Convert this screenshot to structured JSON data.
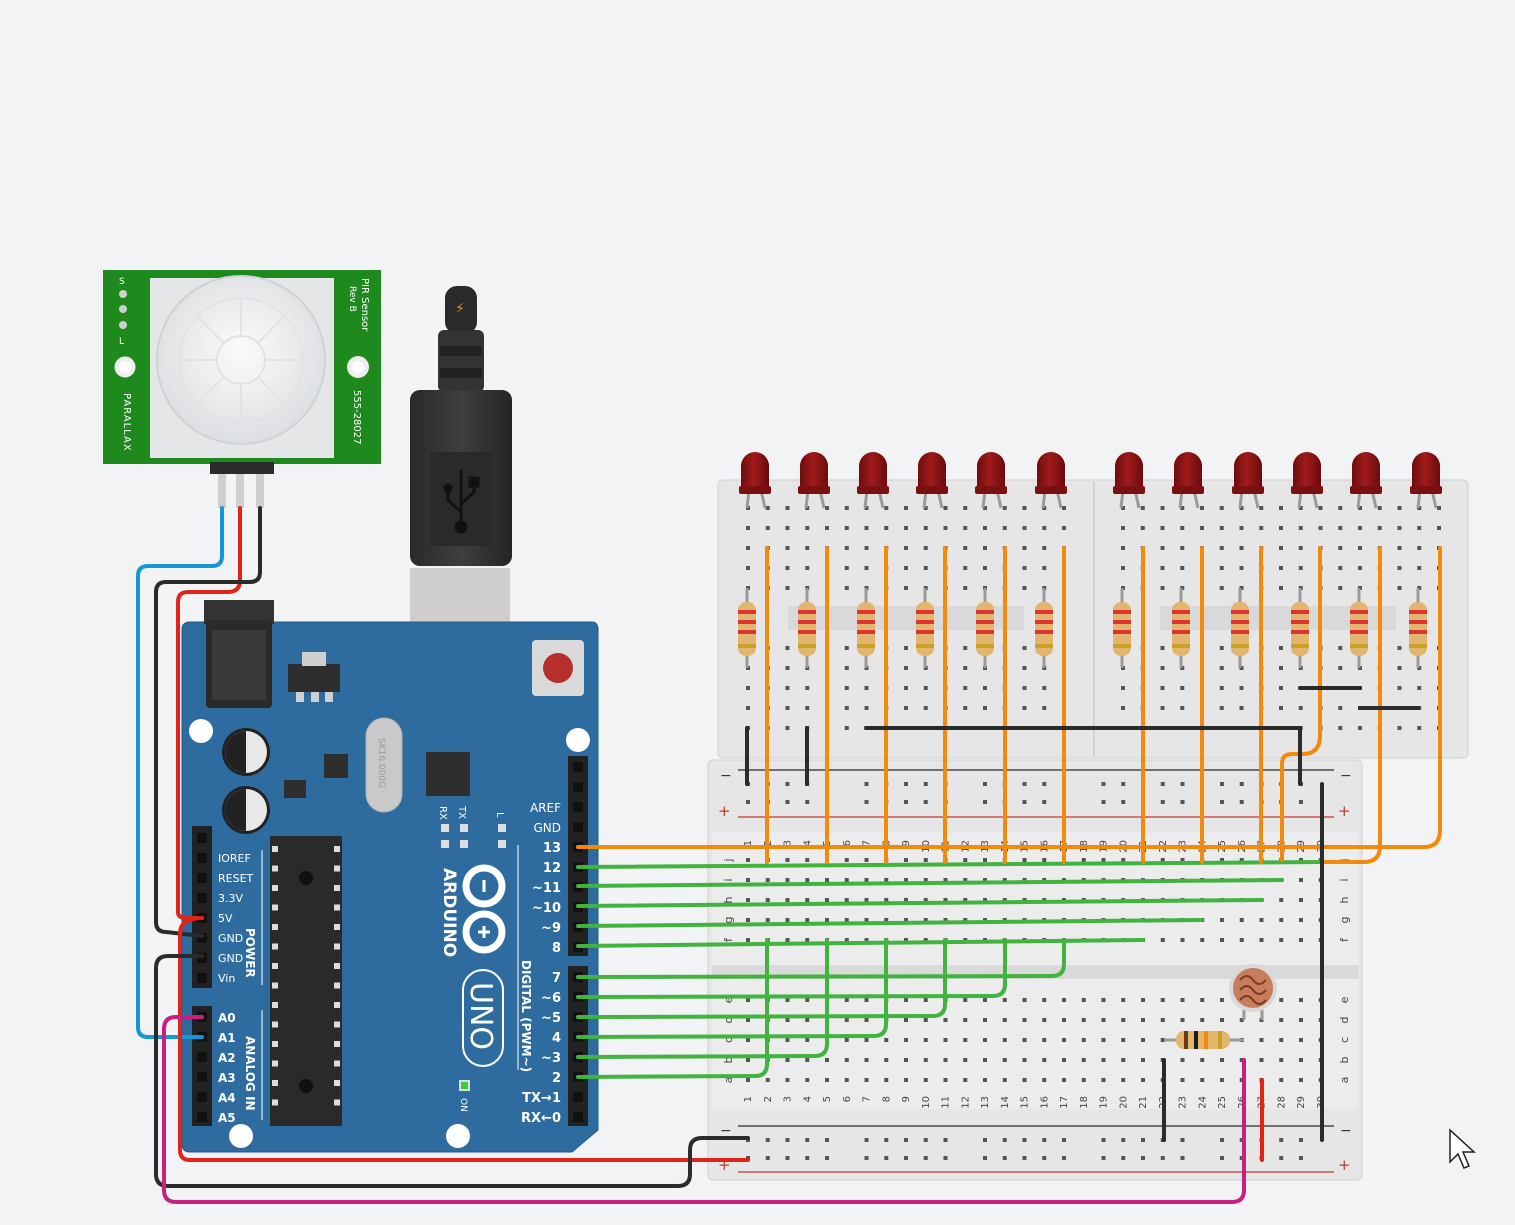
{
  "pir": {
    "brand": "PARALLAX",
    "model_label": "PIR Sensor",
    "rev_label": "Rev B",
    "part_number": "555-28027",
    "jumper_s": "S",
    "jumper_l": "L"
  },
  "arduino": {
    "brand": "ARDUINO",
    "model": "UNO",
    "crystal": "SK16.000G",
    "rx_label": "RX",
    "tx_label": "TX",
    "l_label": "L",
    "on_label": "ON",
    "power_title": "POWER",
    "analog_title": "ANALOG IN",
    "digital_title": "DIGITAL (PWM~)",
    "power_pins": [
      "IOREF",
      "RESET",
      "3.3V",
      "5V",
      "GND",
      "GND",
      "Vin"
    ],
    "analog_pins": [
      "A0",
      "A1",
      "A2",
      "A3",
      "A4",
      "A5"
    ],
    "digital_top": [
      "AREF",
      "GND",
      "13",
      "12",
      "~11",
      "~10",
      "~9",
      "8"
    ],
    "digital_bottom": [
      "7",
      "~6",
      "~5",
      "4",
      "~3",
      "2",
      "TX→1",
      "RX←0"
    ]
  },
  "breadboard": {
    "rows": [
      "a",
      "b",
      "c",
      "d",
      "e",
      "f",
      "g",
      "h",
      "i",
      "j"
    ],
    "columns": [
      "1",
      "2",
      "3",
      "4",
      "5",
      "6",
      "7",
      "8",
      "9",
      "10",
      "11",
      "12",
      "13",
      "14",
      "15",
      "16",
      "17",
      "18",
      "19",
      "20",
      "21",
      "22",
      "23",
      "24",
      "25",
      "26",
      "27",
      "28",
      "29",
      "30"
    ],
    "minus": "−",
    "plus": "+"
  },
  "colors": {
    "background": "#f2f3f5",
    "board_blue": "#2e6b9e",
    "pir_green": "#1e8a1e",
    "wire_red": "#e2231a",
    "wire_black": "#2b2b2b",
    "wire_blue": "#1596d6",
    "wire_orange": "#f28a0b",
    "wire_green": "#41b33f",
    "wire_magenta": "#c7207f",
    "led_red": "#8e1414"
  }
}
